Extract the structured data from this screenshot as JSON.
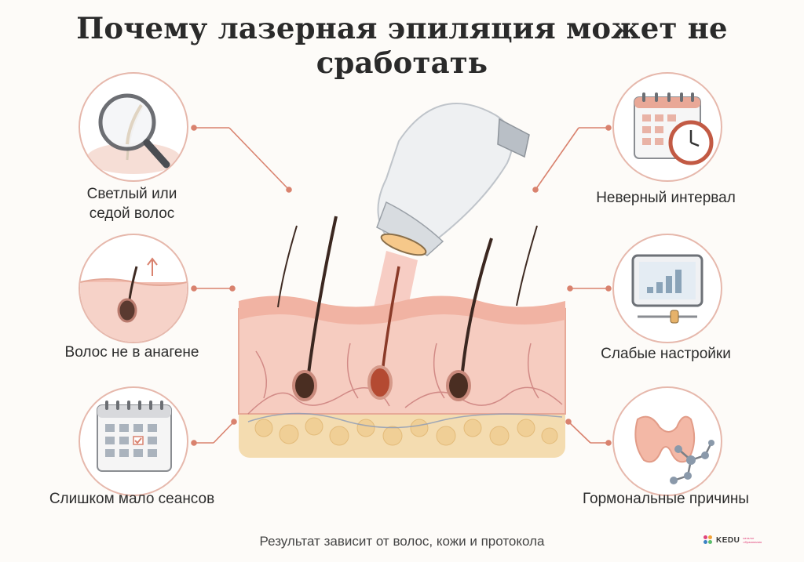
{
  "title": "Почему лазерная эпиляция может не сработать",
  "left_items": [
    {
      "label_line1": "Светлый или",
      "label_line2": "седой волос",
      "icon": "magnifier-hair-icon"
    },
    {
      "label_line1": "Волос не в анагене",
      "label_line2": "",
      "icon": "hair-follicle-icon"
    },
    {
      "label_line1": "Слишком мало сеансов",
      "label_line2": "",
      "icon": "calendar-icon"
    }
  ],
  "right_items": [
    {
      "label_line1": "Неверный интервал",
      "icon": "calendar-clock-icon"
    },
    {
      "label_line1": "Слабые настройки",
      "icon": "device-settings-icon"
    },
    {
      "label_line1": "Гормональные причины",
      "icon": "thyroid-molecule-icon"
    }
  ],
  "footer": "Результат зависит от волос, кожи и протокола",
  "logo": {
    "name": "KEDU",
    "tagline": "каталог образования"
  },
  "colors": {
    "accent": "#d9826e",
    "skin": "#f3c7bb",
    "hair": "#4a2e22"
  }
}
